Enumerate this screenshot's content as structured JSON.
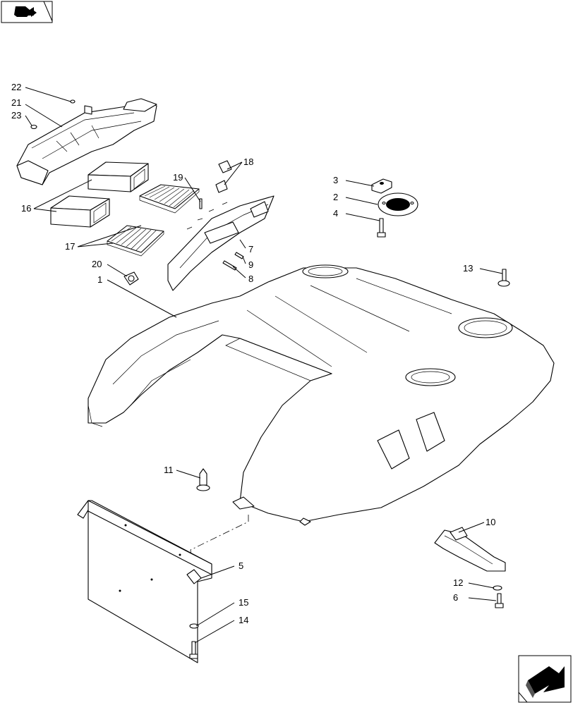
{
  "callouts": [
    {
      "id": "c22",
      "text": "22"
    },
    {
      "id": "c21",
      "text": "21"
    },
    {
      "id": "c23",
      "text": "23"
    },
    {
      "id": "c16",
      "text": "16"
    },
    {
      "id": "c17",
      "text": "17"
    },
    {
      "id": "c19",
      "text": "19"
    },
    {
      "id": "c18",
      "text": "18"
    },
    {
      "id": "c3",
      "text": "3"
    },
    {
      "id": "c2",
      "text": "2"
    },
    {
      "id": "c4",
      "text": "4"
    },
    {
      "id": "c7",
      "text": "7"
    },
    {
      "id": "c9",
      "text": "9"
    },
    {
      "id": "c8",
      "text": "8"
    },
    {
      "id": "c20",
      "text": "20"
    },
    {
      "id": "c1",
      "text": "1"
    },
    {
      "id": "c13",
      "text": "13"
    },
    {
      "id": "c11",
      "text": "11"
    },
    {
      "id": "c10",
      "text": "10"
    },
    {
      "id": "c5",
      "text": "5"
    },
    {
      "id": "c12",
      "text": "12"
    },
    {
      "id": "c6",
      "text": "6"
    },
    {
      "id": "c15",
      "text": "15"
    },
    {
      "id": "c14",
      "text": "14"
    }
  ],
  "icons": {
    "top_left": "book-arrow-icon",
    "bottom_right": "next-page-arrow-icon"
  }
}
